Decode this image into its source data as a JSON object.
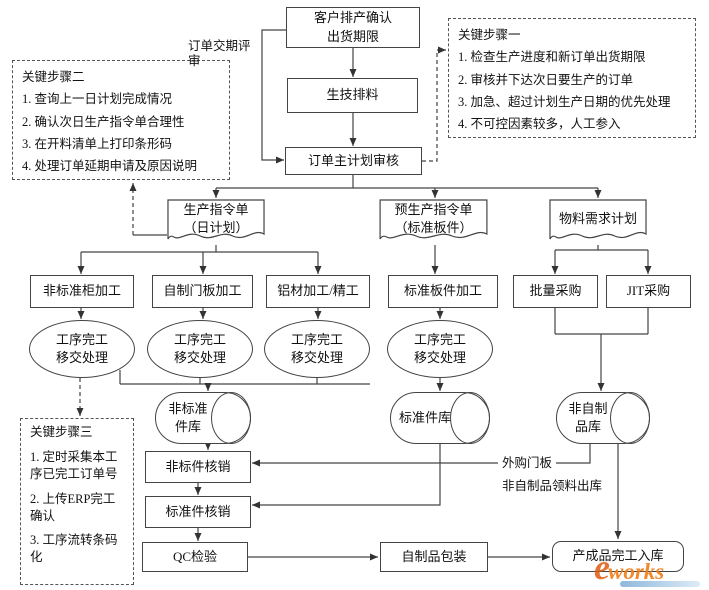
{
  "key_steps": [
    {
      "title": "关键步骤一",
      "items": [
        "1. 检查生产进度和新订单出货期限",
        "2. 审核并下达次日要生产的订单",
        "3. 加急、超过计划生产日期的优先处理",
        "4. 不可控因素较多，人工参入"
      ]
    },
    {
      "title": "关键步骤二",
      "items": [
        "1. 查询上一日计划完成情况",
        "2. 确认次日生产指令单合理性",
        "3. 在开料清单上打印条形码",
        "4. 处理订单延期申请及原因说明"
      ]
    },
    {
      "title": "关键步骤三",
      "items": [
        "1. 定时采集本工序已完工订单号",
        "2. 上传ERP完工确认",
        "3. 工序流转条码化"
      ]
    }
  ],
  "nodes": {
    "customer_confirm": "客户排产确认\n出货期限",
    "tech_nesting": "生技排料",
    "master_plan_review": "订单主计划审核",
    "prod_order": "生产指令单\n（日计划）",
    "preprod_order": "预生产指令单\n（标准板件）",
    "material_plan": "物料需求计划",
    "nonstd_cabinet": "非标准柜加工",
    "door_panel": "自制门板加工",
    "aluminum": "铝材加工/精工",
    "std_panel": "标准板件加工",
    "batch_purchase": "批量采购",
    "jit_purchase": "JIT采购",
    "process_done": "工序完工\n移交处理",
    "nonstd_store": "非标准\n件库",
    "std_store": "标准件库",
    "nonself_store": "非自制\n品库",
    "nonstd_writeoff": "非标件核销",
    "std_writeoff": "标准件核销",
    "qc": "QC检验",
    "packing": "自制品包装",
    "finished_in": "产成品完工入库"
  },
  "labels": {
    "order_delivery_review": "订单交期评审",
    "purchased_door": "外购门板",
    "nonself_outbound": "非自制品领料出库"
  },
  "watermark": {
    "e": "e",
    "text": "works"
  },
  "colors": {
    "line": "#444444",
    "watermark_orange": "#ef7d16",
    "watermark_blue": "#8fb8dc"
  }
}
